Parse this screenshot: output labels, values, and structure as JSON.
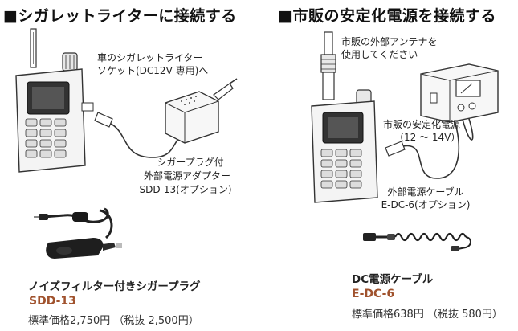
{
  "left": {
    "heading": "■シガレットライターに接続する",
    "socket_caption_line1": "車のシガレットライター",
    "socket_caption_line2": "ソケット(DC12V 専用)へ",
    "adapter_caption_line1": "シガープラグ付",
    "adapter_caption_line2": "外部電源アダプター",
    "adapter_caption_line3": "SDD-13(オプション)",
    "product_name": "ノイズフィルター付きシガープラグ",
    "model": "SDD-13",
    "price": "標準価格2,750円 （税抜 2,500円）"
  },
  "right": {
    "heading": "■市販の安定化電源を接続する",
    "antenna_caption_line1": "市販の外部アンテナを",
    "antenna_caption_line2": "使用してください",
    "psu_caption_line1": "市販の安定化電源",
    "psu_caption_line2": "（12 ～ 14V）",
    "cable_caption_line1": "外部電源ケーブル",
    "cable_caption_line2": "E-DC-6(オプション)",
    "product_name": "DC電源ケーブル",
    "model": "E-DC-6",
    "price": "標準価格638円 （税抜 580円）"
  },
  "colors": {
    "model_text": "#a0522d",
    "heading_text": "#111111"
  }
}
